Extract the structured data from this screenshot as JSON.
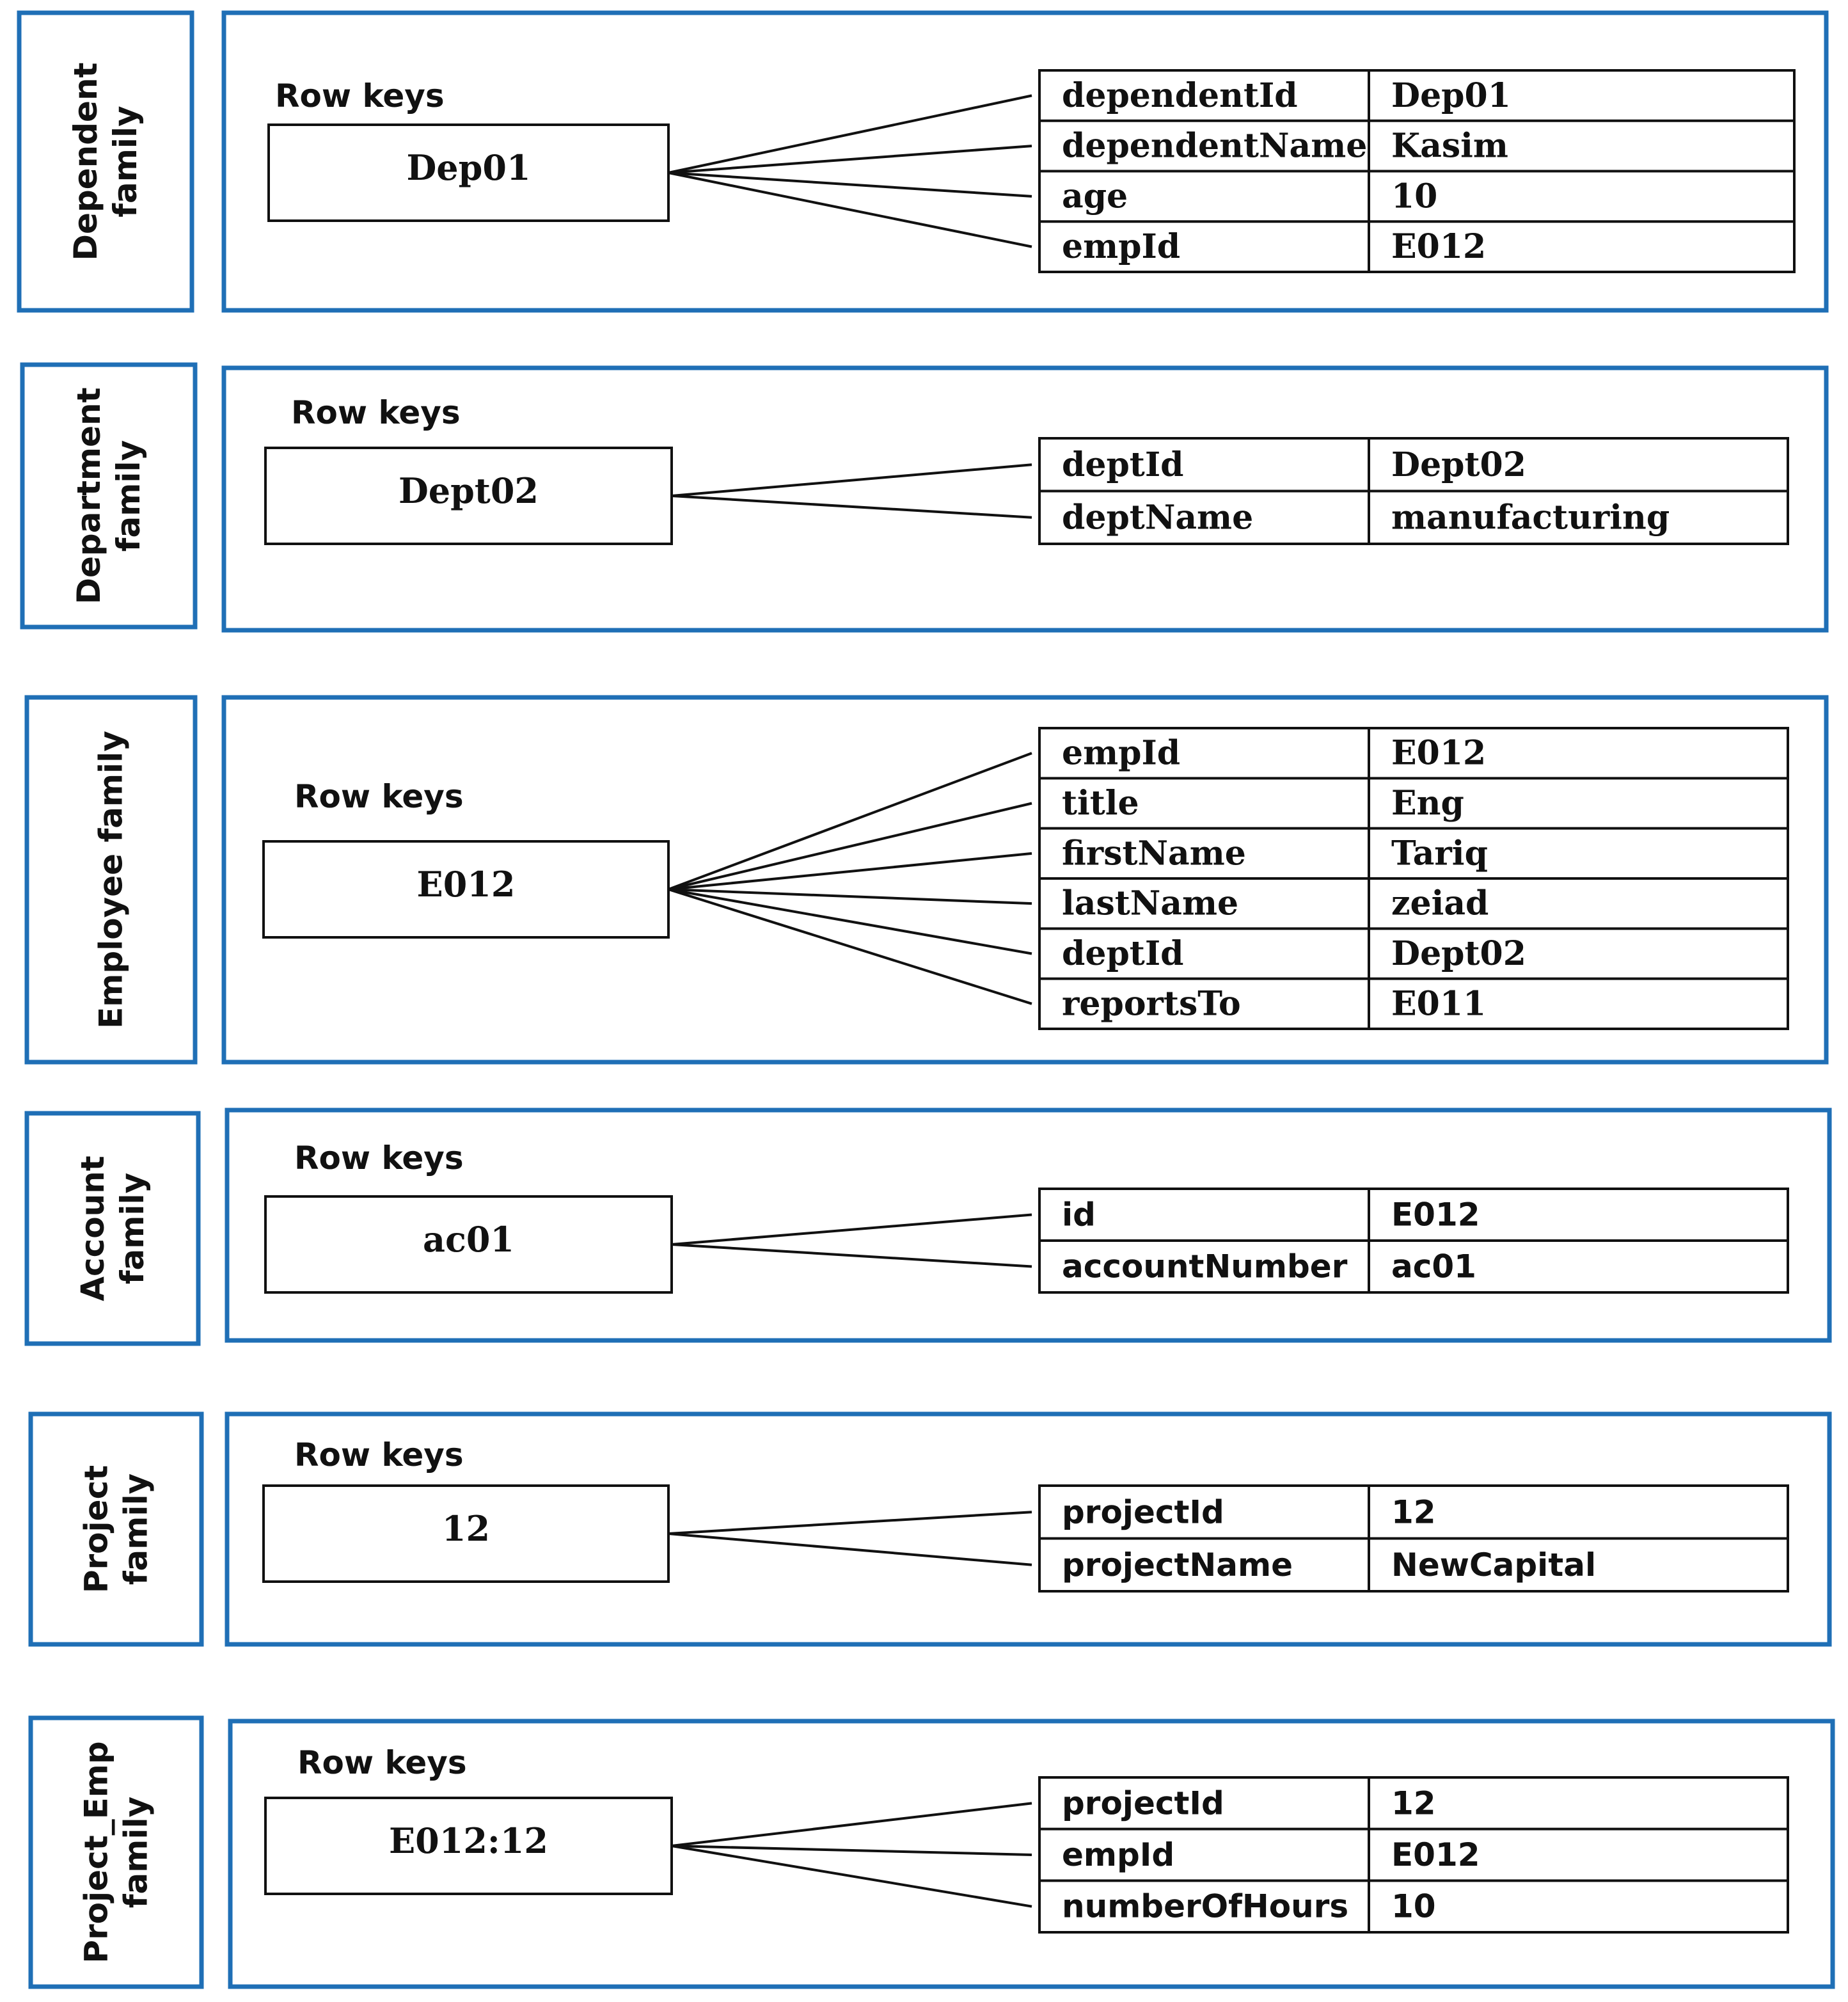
{
  "families": [
    {
      "label_lines": [
        "Dependent",
        "family"
      ],
      "row_keys_label": "Row keys",
      "row_key": "Dep01",
      "font": "serif",
      "columns": [
        {
          "name": "dependentId",
          "value": "Dep01"
        },
        {
          "name": "dependentName",
          "value": "Kasim"
        },
        {
          "name": "age",
          "value": "10"
        },
        {
          "name": "empId",
          "value": "E012"
        }
      ]
    },
    {
      "label_lines": [
        "Department",
        "family"
      ],
      "row_keys_label": "Row keys",
      "row_key": "Dept02",
      "font": "serif",
      "columns": [
        {
          "name": "deptId",
          "value": "Dept02"
        },
        {
          "name": "deptName",
          "value": "manufacturing"
        }
      ]
    },
    {
      "label_lines": [
        "Employee family"
      ],
      "row_keys_label": "Row keys",
      "row_key": "E012",
      "font": "serif",
      "columns": [
        {
          "name": "empId",
          "value": "E012"
        },
        {
          "name": "title",
          "value": "Eng"
        },
        {
          "name": "firstName",
          "value": "Tariq"
        },
        {
          "name": "lastName",
          "value": "zeiad"
        },
        {
          "name": "deptId",
          "value": "Dept02"
        },
        {
          "name": "reportsTo",
          "value": "E011"
        }
      ]
    },
    {
      "label_lines": [
        "Account",
        "family"
      ],
      "row_keys_label": "Row keys",
      "row_key": "ac01",
      "font": "sans",
      "columns": [
        {
          "name": "id",
          "value": "E012"
        },
        {
          "name": "accountNumber",
          "value": "ac01"
        }
      ]
    },
    {
      "label_lines": [
        "Project",
        "family"
      ],
      "row_keys_label": "Row keys",
      "row_key": "12",
      "font": "sans",
      "columns": [
        {
          "name": "projectId",
          "value": "12"
        },
        {
          "name": "projectName",
          "value": "NewCapital"
        }
      ]
    },
    {
      "label_lines": [
        "Project_Emp",
        "family"
      ],
      "row_keys_label": "Row keys",
      "row_key": "E012:12",
      "font": "sans",
      "columns": [
        {
          "name": "projectId",
          "value": "12"
        },
        {
          "name": "empId",
          "value": "E012"
        },
        {
          "name": "numberOfHours",
          "value": "10"
        }
      ]
    }
  ],
  "colors": {
    "frame_border": "#1f6fb6",
    "line": "#111111"
  }
}
